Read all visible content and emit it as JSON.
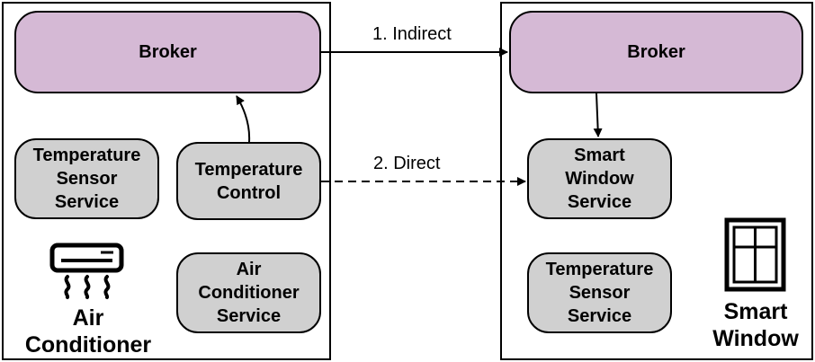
{
  "left_device": {
    "broker_label": "Broker",
    "services": {
      "temperature_sensor": "Temperature\nSensor\nService",
      "temperature_control": "Temperature\nControl",
      "air_conditioner": "Air\nConditioner\nService"
    },
    "device_name": "Air\nConditioner",
    "icon": "air-conditioner-icon"
  },
  "right_device": {
    "broker_label": "Broker",
    "services": {
      "smart_window": "Smart\nWindow\nService",
      "temperature_sensor": "Temperature\nSensor\nService"
    },
    "device_name": "Smart\nWindow",
    "icon": "window-icon"
  },
  "edges": {
    "indirect_label": "1. Indirect",
    "direct_label": "2. Direct"
  },
  "colors": {
    "broker_fill": "#d5b9d5",
    "service_fill": "#d0d0d0",
    "stroke": "#000000"
  }
}
